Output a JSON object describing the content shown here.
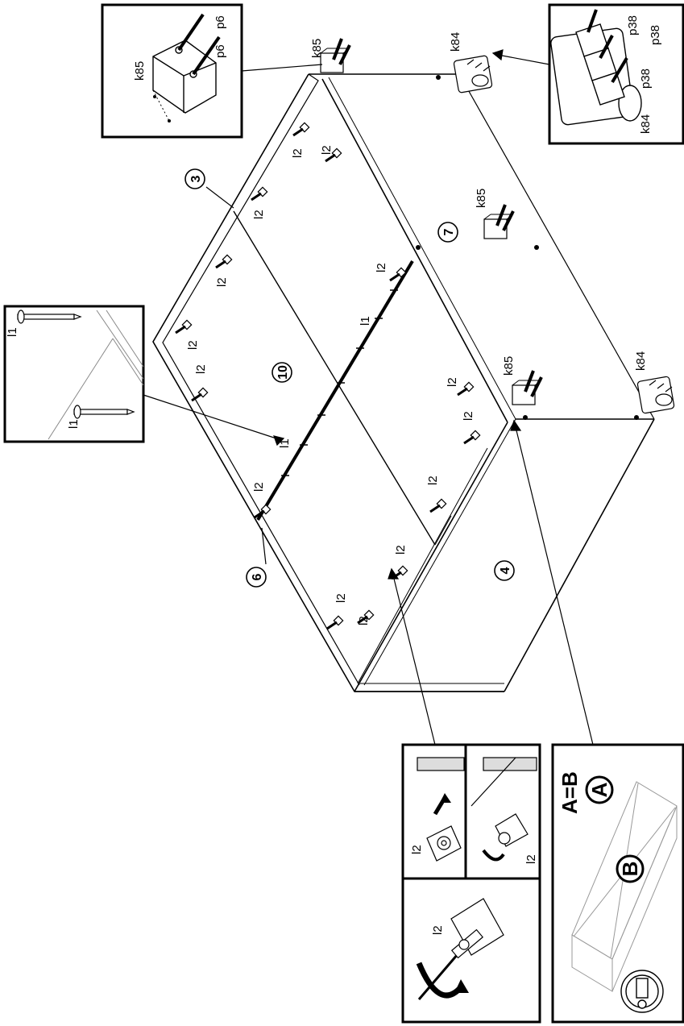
{
  "diagram": {
    "part_labels": {
      "k85": "k85",
      "k84": "k84",
      "p6": "p6",
      "p38": "p38",
      "l1": "l1",
      "l2": "l2"
    },
    "panel_numbers": {
      "p3": "3",
      "p4": "4",
      "p6": "6",
      "p7": "7",
      "p10": "10"
    },
    "callout_note": {
      "equation": "A=B",
      "a": "A",
      "b": "B"
    },
    "colors": {
      "line": "#000000",
      "background": "#ffffff",
      "shade": "#bbbbbb"
    },
    "icons": [
      "screw-icon",
      "nail-icon",
      "cam-lock-icon",
      "bracket-icon",
      "rotate-arrow-icon",
      "tape-measure-icon"
    ]
  }
}
